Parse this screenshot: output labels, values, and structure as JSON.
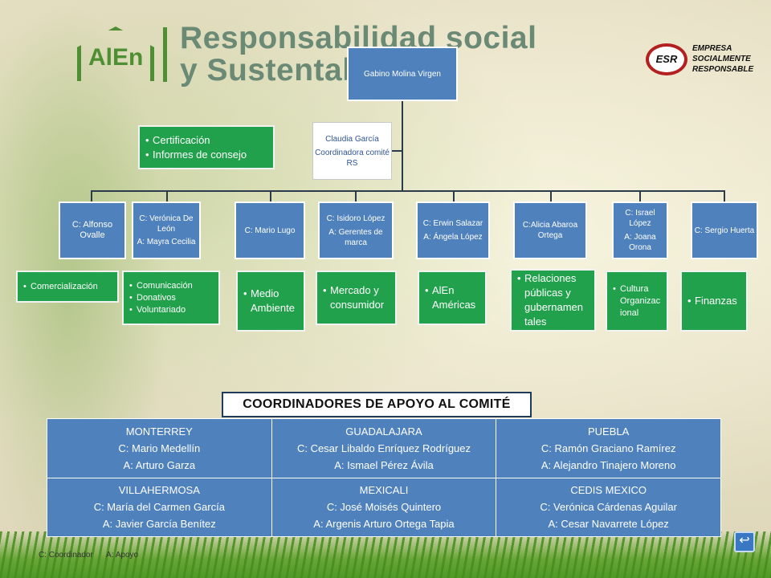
{
  "header": {
    "logo_text": "AlEn",
    "title_line1": "Responsabilidad social",
    "title_line2": "y Sustentab",
    "esr_badge": "ESR",
    "esr_text_line1": "EMPRESA",
    "esr_text_line2": "SOCIALMENTE",
    "esr_text_line3": "RESPONSABLE"
  },
  "org": {
    "top": "Gabino Molina Virgen",
    "advisor": {
      "name": "Claudia García",
      "role": "Coordinadora comité RS"
    },
    "advisor_tasks": [
      "Certificación",
      "Informes de consejo"
    ],
    "members": [
      {
        "coord": "C: Alfonso Ovalle",
        "apoyo": "",
        "tasks": [
          "Comercialización"
        ]
      },
      {
        "coord": "C: Verónica De León",
        "apoyo": "A: Mayra Cecilia",
        "tasks": [
          "Comunicación",
          "Donativos",
          "Voluntariado"
        ]
      },
      {
        "coord": "C: Mario Lugo",
        "apoyo": "",
        "tasks": [
          "Medio Ambiente"
        ]
      },
      {
        "coord": "C: Isidoro López",
        "apoyo": "A: Gerentes de marca",
        "tasks": [
          "Mercado y consumidor"
        ]
      },
      {
        "coord": "C: Erwin Salazar",
        "apoyo": "A: Ángela López",
        "tasks": [
          "AlEn Américas"
        ]
      },
      {
        "coord": "C:Alicia Abaroa Ortega",
        "apoyo": "",
        "tasks": [
          "Relaciones públicas y gubernamen tales"
        ]
      },
      {
        "coord": "C: Israel López",
        "apoyo": "A: Joana Orona",
        "tasks": [
          "Cultura Organizac ional"
        ]
      },
      {
        "coord": "C: Sergio Huerta",
        "apoyo": "",
        "tasks": [
          "Finanzas"
        ]
      }
    ]
  },
  "coordinadores": {
    "title": "COORDINADORES DE APOYO AL COMITÉ",
    "rows": [
      [
        {
          "city": "MONTERREY",
          "coord": "C:  Mario Medellín",
          "apoyo": "A: Arturo Garza"
        },
        {
          "city": "GUADALAJARA",
          "coord": "C: Cesar Libaldo Enríquez Rodríguez",
          "apoyo": "A: Ismael Pérez Ávila"
        },
        {
          "city": "PUEBLA",
          "coord": "C: Ramón Graciano Ramírez",
          "apoyo": "A: Alejandro Tinajero Moreno"
        }
      ],
      [
        {
          "city": "VILLAHERMOSA",
          "coord": "C: María del Carmen García",
          "apoyo": "A: Javier García Benítez"
        },
        {
          "city": "MEXICALI",
          "coord": "C: José  Moisés Quintero",
          "apoyo": "A: Argenis Arturo Ortega Tapia"
        },
        {
          "city": "CEDIS MEXICO",
          "coord": "C:  Verónica Cárdenas Aguilar",
          "apoyo": "A: Cesar Navarrete López"
        }
      ]
    ]
  },
  "legend": {
    "c": "C: Coordinador",
    "a": "A: Apoyo"
  },
  "nav": {
    "back_icon": "return-arrow-icon"
  },
  "colors": {
    "blue": "#4f81bd",
    "green": "#21a14b",
    "header_green": "#4e8f34"
  }
}
